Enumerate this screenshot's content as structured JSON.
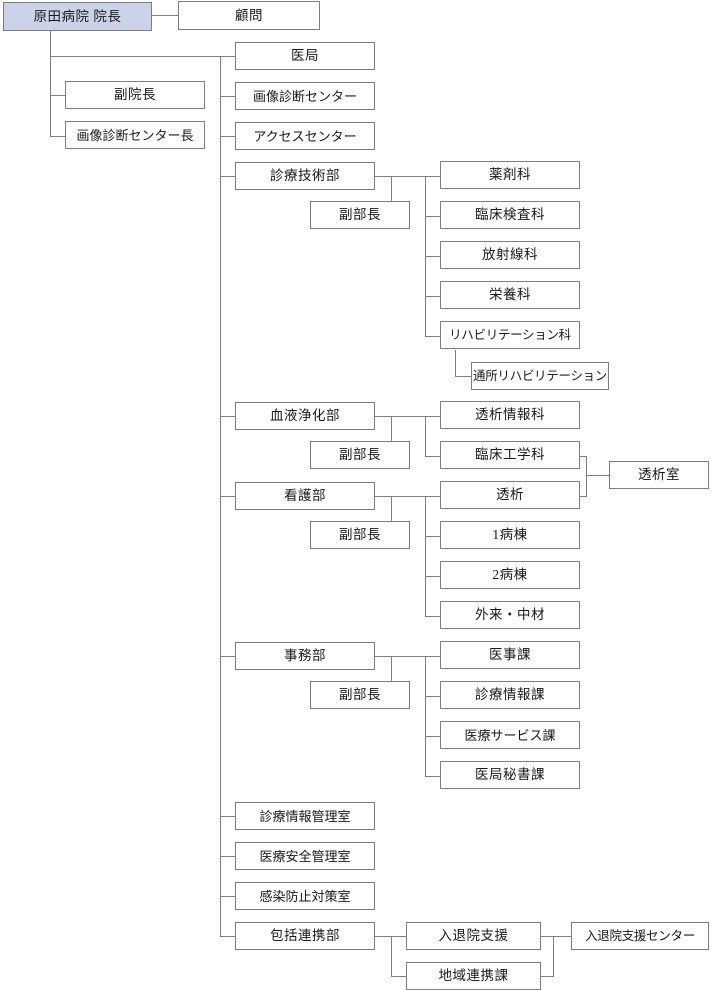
{
  "diagram": {
    "title_node": "原田病院 院長",
    "type": "organization-chart",
    "colors": {
      "root_fill": "#ccd3e8",
      "box_fill": "#ffffff",
      "border": "#808080",
      "text": "#1a1a1a",
      "background": "#ffffff"
    },
    "nodes": {
      "root": "原田病院 院長",
      "advisor": "顧問",
      "left_column": [
        "副院長",
        "画像診断センター長"
      ],
      "main_column": [
        "医局",
        "画像診断センター",
        "アクセスセンター",
        "診療技術部",
        "血液浄化部",
        "看護部",
        "事務部",
        "診療情報管理室",
        "医療安全管理室",
        "感染防止対策室",
        "包括連携部"
      ],
      "deputy_label": "副部長",
      "deputies": [
        "副部長",
        "副部長",
        "副部長",
        "副部長"
      ],
      "gijutsu_children": [
        "薬剤科",
        "臨床検査科",
        "放射線科",
        "栄養科",
        "リハビリテーション科"
      ],
      "reha_child": "通所リハビリテーション",
      "ketsueki_children": [
        "透析情報科",
        "臨床工学科"
      ],
      "kango_children": [
        "透析",
        "1病棟",
        "2病棟",
        "外来・中材"
      ],
      "toseki_room": "透析室",
      "jimu_children": [
        "医事課",
        "診療情報課",
        "医療サービス課",
        "医局秘書課"
      ],
      "houkatsu_children": [
        "入退院支援",
        "地域連携課"
      ],
      "nyutaiin_center": "入退院支援センター"
    }
  }
}
